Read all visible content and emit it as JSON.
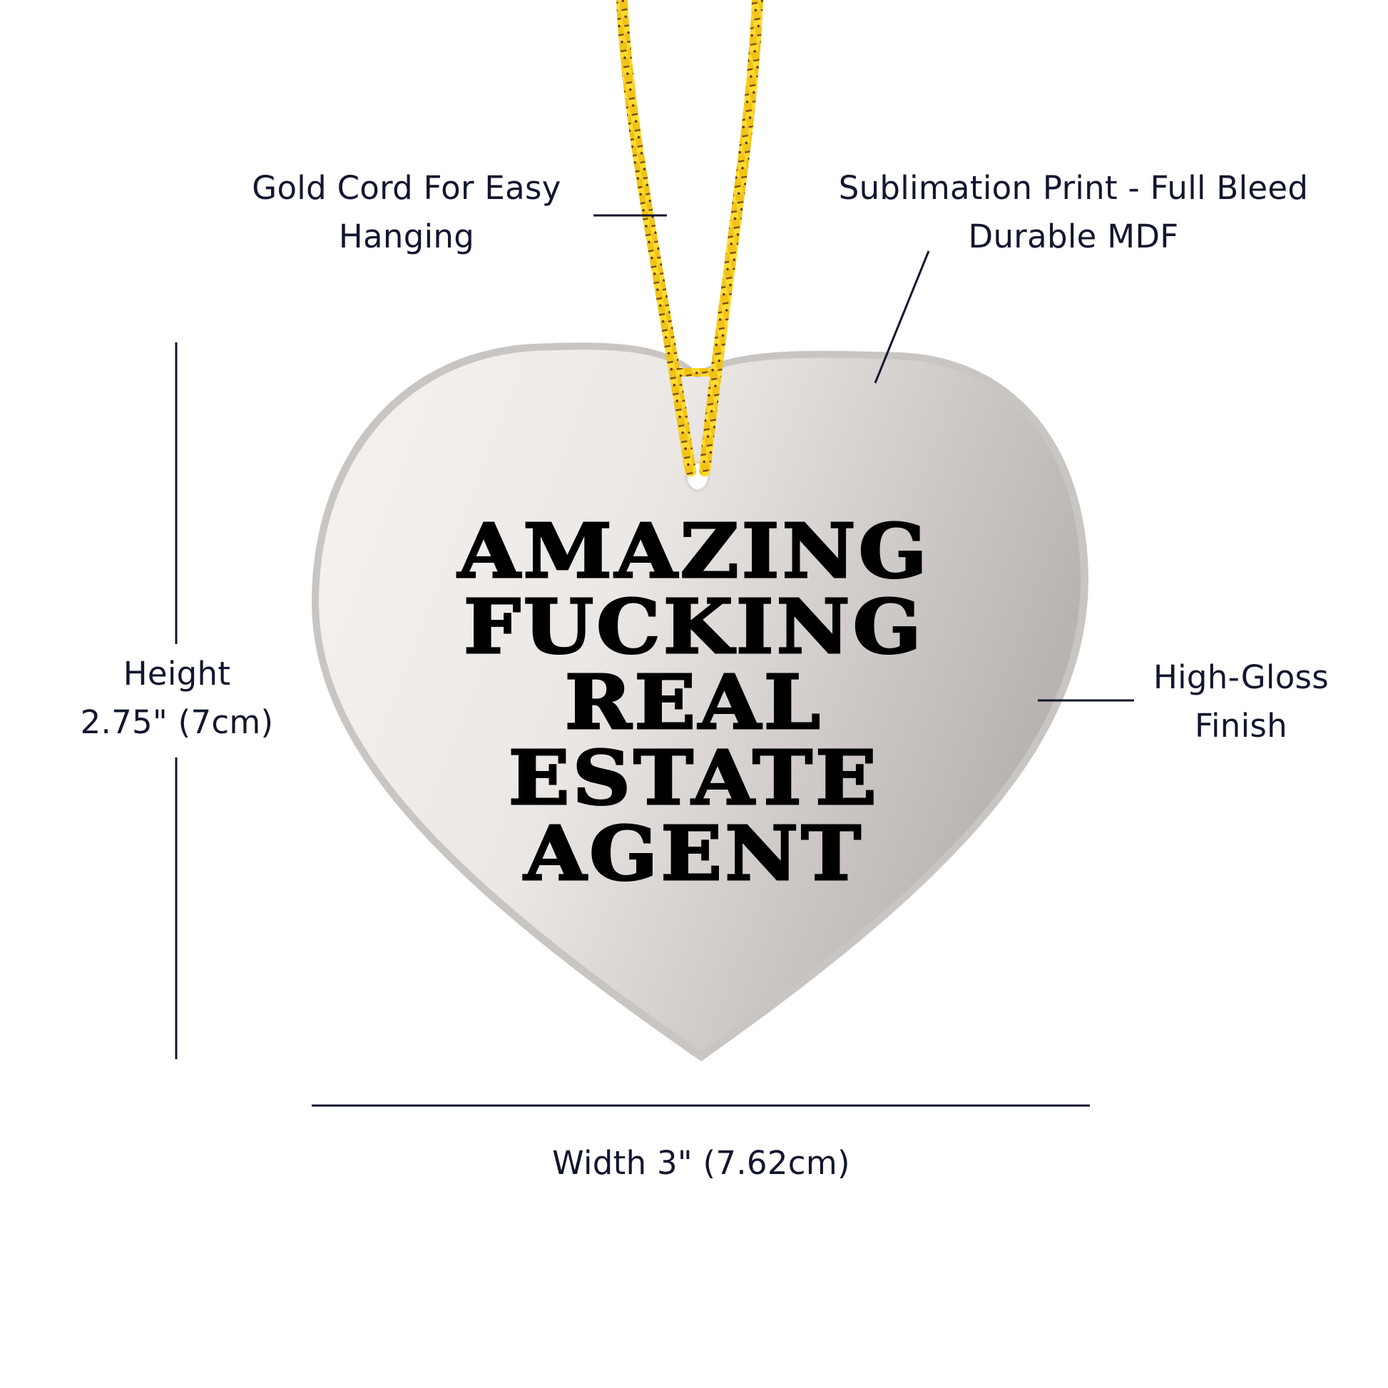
{
  "product": {
    "type": "heart ornament",
    "slogan_lines": [
      "AMAZING",
      "FUCKING",
      "REAL",
      "ESTATE",
      "AGENT"
    ]
  },
  "callouts": {
    "cord": {
      "line1": "Gold Cord For Easy",
      "line2": "Hanging",
      "icon": "gold-cord"
    },
    "print": {
      "line1": "Sublimation Print - Full Bleed",
      "line2": "Durable MDF"
    },
    "finish": {
      "line1": "High-Gloss",
      "line2": "Finish"
    },
    "height": {
      "line1": "Height",
      "line2": "2.75\" (7cm)"
    },
    "width": {
      "line1": "Width 3\" (7.62cm)"
    }
  },
  "colors": {
    "text": "#12162e",
    "leader_line": "#12162e",
    "heart_light": "#f4f1ef",
    "heart_shade": "#bdb8b5",
    "cord_gold": "#e8b70f",
    "cord_dark": "#8a5a0a",
    "background": "#ffffff"
  }
}
